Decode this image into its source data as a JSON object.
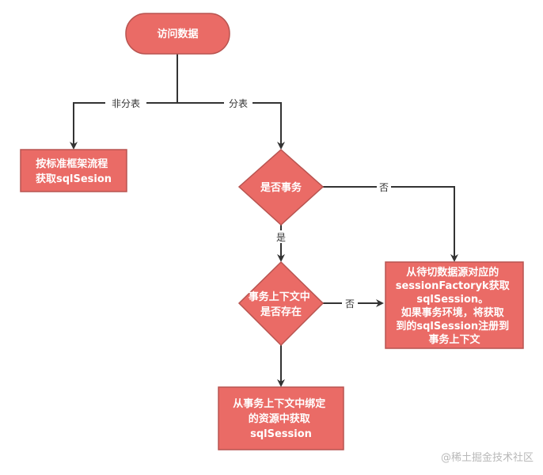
{
  "colors": {
    "node_fill": "#ea6b66",
    "node_stroke": "#b85450",
    "edge": "#333333",
    "text": "#ffffff"
  },
  "nodes": {
    "start": {
      "lines": [
        "访问数据"
      ]
    },
    "std_flow": {
      "lines": [
        "按标准框架流程",
        "获取sqlSesion"
      ]
    },
    "is_tx": {
      "lines": [
        "是否事务"
      ]
    },
    "ctx_exists": {
      "lines": [
        "事务上下文中",
        "是否存在"
      ]
    },
    "from_factory": {
      "lines": [
        "从待切数据源对应的",
        "sessionFactoryk获取",
        "sqlSession。",
        "如果事务环境，将获取",
        "到的sqlSession注册到",
        "事务上下文"
      ]
    },
    "from_ctx": {
      "lines": [
        "从事务上下文中绑定",
        "的资源中获取",
        "sqlSession"
      ]
    }
  },
  "edges": {
    "no_shard": "非分表",
    "shard": "分表",
    "tx_no": "否",
    "tx_yes": "是",
    "ctx_no": "否"
  },
  "watermark": "@稀土掘金技术社区"
}
